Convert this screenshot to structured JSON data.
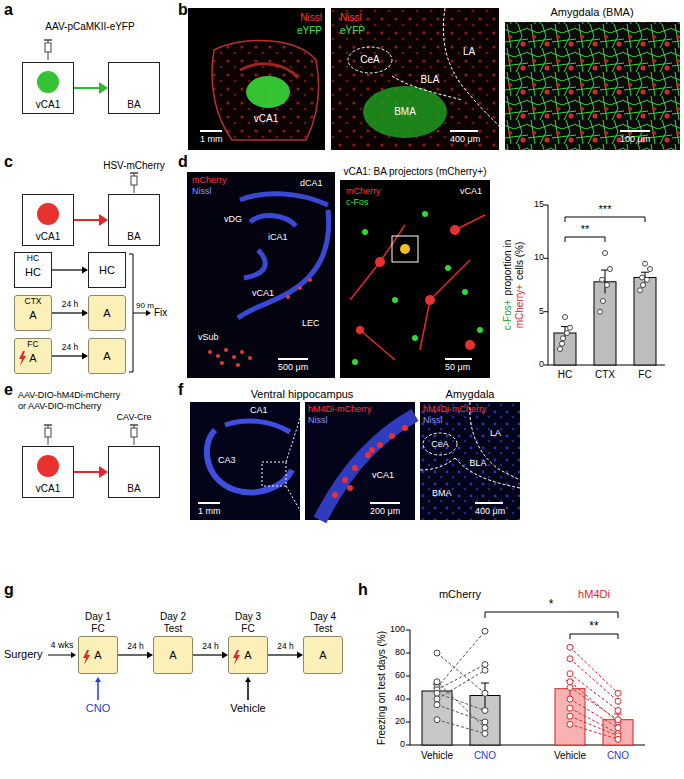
{
  "diagram": {
    "nodes": [
      {
        "text": [
          "vCA1"
        ]
      },
      {
        "text": [
          "BA"
        ]
      },
      {
        "text": [
          "vCA1"
        ]
      },
      {
        "text": [
          "BA"
        ]
      },
      {
        "text": [
          "HC",
          "HC"
        ]
      },
      {
        "text": [
          "HC"
        ]
      },
      {
        "text": [
          "CTX",
          "A"
        ]
      },
      {
        "text": [
          "A"
        ]
      },
      {
        "text": [
          "FC",
          "A"
        ]
      },
      {
        "text": [
          "A"
        ]
      },
      {
        "text": [
          "vCA1"
        ]
      },
      {
        "text": [
          "BA"
        ]
      },
      {
        "text": [
          "Day 1 FC",
          "A"
        ]
      },
      {
        "text": [
          "Day 2 Test",
          "A"
        ]
      },
      {
        "text": [
          "Day 3 FC",
          "A"
        ]
      },
      {
        "text": [
          "Day 4 Test",
          "A"
        ]
      }
    ],
    "edges": [
      {
        "from": 0,
        "to": 1,
        "arrow": "to"
      },
      {
        "from": 2,
        "to": 3,
        "arrow": "to"
      },
      {
        "from": 4,
        "to": 5,
        "arrow": "to"
      },
      {
        "from": 6,
        "to": 7,
        "label": "24 h",
        "arrow": "to"
      },
      {
        "from": 8,
        "to": 9,
        "label": "24 h",
        "arrow": "to"
      },
      {
        "from": 10,
        "to": 11,
        "arrow": "to"
      },
      {
        "from": 12,
        "to": 13,
        "label": "24 h",
        "arrow": "to"
      },
      {
        "from": 13,
        "to": 14,
        "label": "24 h",
        "arrow": "to"
      },
      {
        "from": 14,
        "to": 15,
        "label": "24 h",
        "arrow": "to"
      }
    ],
    "labels": [
      "a",
      "AAV-pCaMKII-eYFP",
      "b",
      "Nissl",
      "eYFP",
      "vCA1",
      "1 mm",
      "Nissl",
      "eYFP",
      "CeA",
      "LA",
      "BLA",
      "BMA",
      "400 μm",
      "Amygdala (BMA)",
      "100 μm",
      "c",
      "HSV-mCherry",
      "90 m",
      "Fix",
      "d",
      "mCherry",
      "Nissl",
      "dCA1",
      "vDG",
      "iCA1",
      "vCA1",
      "LEC",
      "vSub",
      "500 μm",
      "vCA1: BA projectors (mCherry+)",
      "mCherry",
      "c-Fos",
      "vCA1",
      "50 μm",
      "c-Fos+",
      "proportion in",
      "mCherry+",
      "cells (%)",
      "0",
      "5",
      "10",
      "15",
      "HC",
      "CTX",
      "FC",
      "**",
      "***",
      "e",
      "AAV-DIO-hM4Di-mCherry",
      "or AAV-DIO-mCherry",
      "CAV-Cre",
      "f",
      "Ventral hippocampus",
      "CA1",
      "CA3",
      "1 mm",
      "hM4Di-mCherry",
      "Nissl",
      "vCA1",
      "200 μm",
      "Amygdala",
      "hM4Di-mCherry",
      "Nissl",
      "CeA",
      "LA",
      "BLA",
      "BMA",
      "400 μm",
      "g",
      "Surgery",
      "4 wks",
      "CNO",
      "Vehicle",
      "h",
      "mCherry",
      "hM4Di",
      "Freezing on test days (%)",
      "0",
      "20",
      "40",
      "60",
      "80",
      "100",
      "Vehicle",
      "CNO",
      "Vehicle",
      "CNO",
      "*",
      "**"
    ]
  }
}
